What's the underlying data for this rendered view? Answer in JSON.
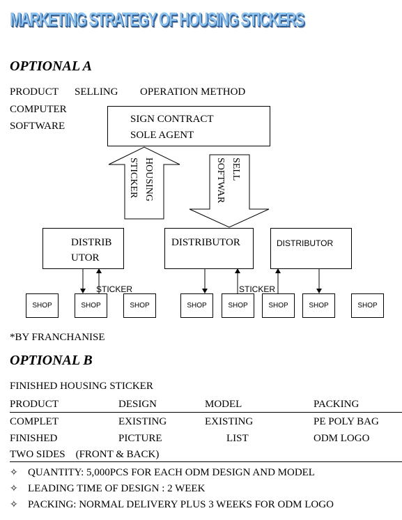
{
  "title": "MARKETING STRATEGY OF HOUSING STICKERS",
  "optional_a": {
    "heading": "OPTIONAL A",
    "col_product": "PRODUCT",
    "col_selling": "SELLING",
    "col_method": "OPERATION METHOD",
    "product_line1": "COMPUTER",
    "product_line2": "SOFTWARE",
    "top_box_line1": "SIGN CONTRACT",
    "top_box_line2": "SOLE AGENT",
    "arrow_up_label_1": "HOUSING",
    "arrow_up_label_2": "STICKER",
    "arrow_down_label_1": "SELL",
    "arrow_down_label_2": "SOFTWAR",
    "distributors": [
      {
        "line1": "DISTRIB",
        "line2": "UTOR"
      },
      {
        "line1": "DISTRIBUTOR"
      },
      {
        "line1": "DISTRIBUTOR"
      }
    ],
    "sticker_labels": [
      "STICKER",
      "STICKER"
    ],
    "shops": [
      "SHOP",
      "SHOP",
      "SHOP",
      "SHOP",
      "SHOP",
      "SHOP",
      "SHOP",
      "SHOP"
    ],
    "footnote": "*BY FRANCHANISE"
  },
  "optional_b": {
    "heading": "OPTIONAL B",
    "subtitle": "FINISHED HOUSING STICKER",
    "table_headers": [
      "PRODUCT",
      "DESIGN",
      "MODEL",
      "PACKING"
    ],
    "row1": [
      "COMPLET",
      "EXISTING",
      "EXISTING",
      "PE POLY BAG"
    ],
    "row2": [
      "FINISHED",
      "PICTURE",
      "LIST",
      "ODM LOGO"
    ],
    "row3": "TWO SIDES    (FRONT & BACK)",
    "bullets": [
      "QUANTITY: 5,000PCS FOR EACH ODM DESIGN AND MODEL",
      "LEADING TIME OF DESIGN : 2 WEEK",
      "PACKING: NORMAL DELIVERY PLUS 3 WEEKS FOR ODM LOGO"
    ]
  }
}
